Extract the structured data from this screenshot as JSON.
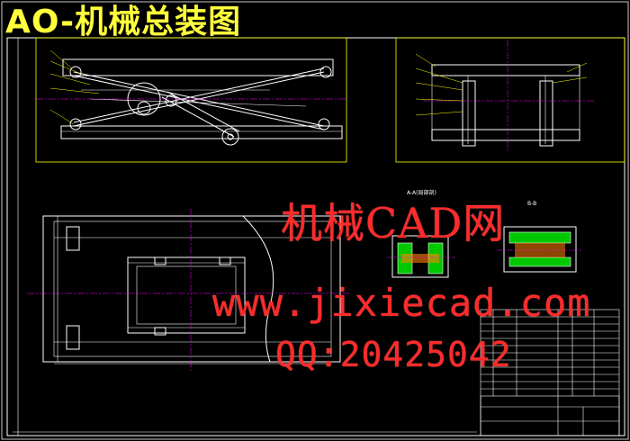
{
  "drawing": {
    "title": "AO-机械总装图",
    "watermarks": {
      "site_cn": "机械CAD网",
      "url": "www.jixiecad.com",
      "qq": "QQ:20425042"
    },
    "section_labels": {
      "section_a": "A-A(局部剖)",
      "section_b": "B-B"
    },
    "colors": {
      "background": "#000000",
      "title": "#ffff3c",
      "outline": "#ffffff",
      "frame": "#ffff00",
      "watermark": "#ff2b2b",
      "section_fill": "#00c800",
      "hatch": "#ff8000",
      "centerline": "#ff00ff",
      "dimension": "#00ffff"
    }
  }
}
